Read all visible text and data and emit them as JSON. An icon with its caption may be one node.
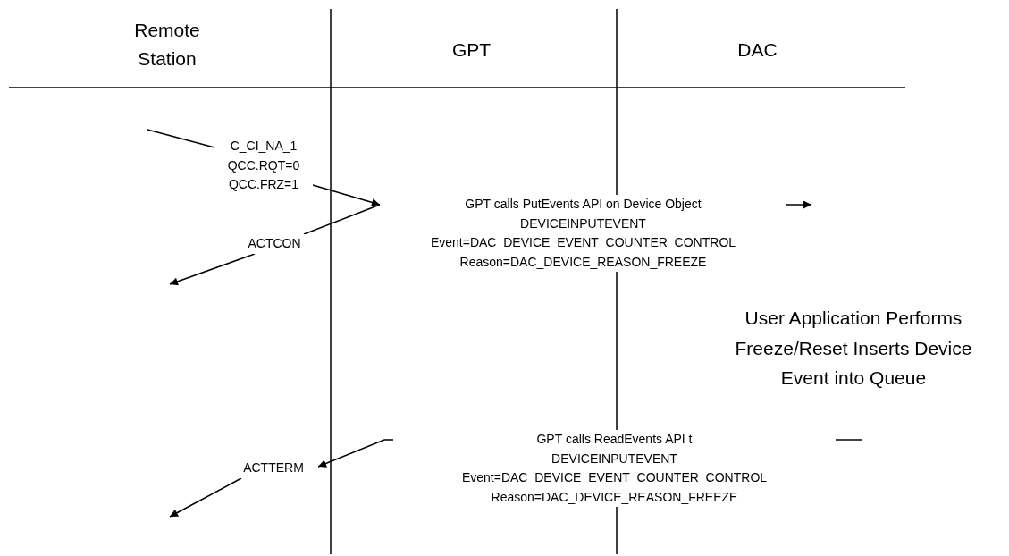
{
  "diagram": {
    "nodes": [
      {
        "text": [
          "C_CI_NA_1 QCC.RQT=0 QCC.FRZ=1"
        ]
      },
      {
        "text": [
          "GPT calls PutEvents API on Device Object",
          "DEVICEINPUTEVENT Event=DAC_DEVICE_EVENT_COUNTER_CONTROL Reason=DAC_DEVICE_REASON_FREEZE"
        ]
      },
      {
        "text": [
          "ACTCON"
        ]
      },
      {
        "text": [
          "GPT calls ReadEvents API t",
          "DEVICEINPUTEVENT Event=DAC_DEVICE_EVENT_COUNTER_CONTROL Reason=DAC_DEVICE_REASON_FREEZE"
        ]
      },
      {
        "text": [
          "ACTTERM"
        ]
      }
    ],
    "edges": [
      {
        "from": null,
        "to": 0,
        "arrow": "none"
      },
      {
        "from": 0,
        "to": 1,
        "arrow": "to"
      },
      {
        "from": 2,
        "to": 1,
        "arrow": "none"
      },
      {
        "from": 1,
        "to": null,
        "arrow": "to"
      },
      {
        "from": 2,
        "to": null,
        "arrow": "to"
      },
      {
        "from": null,
        "to": 3,
        "arrow": "none"
      },
      {
        "from": 3,
        "to": 4,
        "arrow": "to"
      },
      {
        "from": 4,
        "to": null,
        "arrow": "to"
      }
    ],
    "labels": [
      "Remote Station",
      "GPT",
      "DAC",
      "User Application Performs Freeze/Reset Inserts Device Event into Queue"
    ]
  }
}
